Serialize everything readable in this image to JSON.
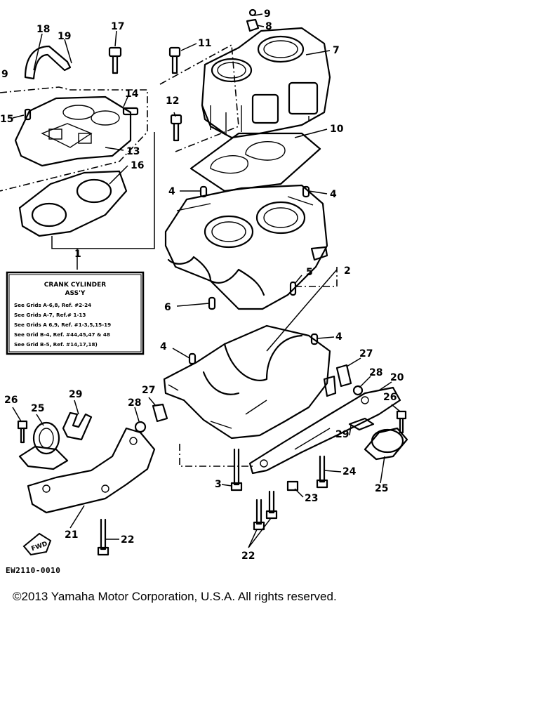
{
  "diagram": {
    "info_box": {
      "title_line1": "CRANK CYLINDER",
      "title_line2": "ASS'Y",
      "lines": [
        "See Grids A-6,8, Ref. #2-24",
        "See Grids A-7, Ref.# 1-13",
        "See Grids A 6,9, Ref. #1-3,5,15-19",
        "See Grid B-4, Ref. #44,45,47 & 48",
        "See Grid B-5, Ref. #14,17,18)"
      ]
    },
    "callouts": [
      {
        "id": "c18",
        "text": "18"
      },
      {
        "id": "c19",
        "text": "19"
      },
      {
        "id": "c17",
        "text": "17"
      },
      {
        "id": "c9a",
        "text": "9"
      },
      {
        "id": "c9b",
        "text": "9"
      },
      {
        "id": "c8",
        "text": "8"
      },
      {
        "id": "c7",
        "text": "7"
      },
      {
        "id": "c11",
        "text": "11"
      },
      {
        "id": "c14",
        "text": "14"
      },
      {
        "id": "c15",
        "text": "15"
      },
      {
        "id": "c13",
        "text": "13"
      },
      {
        "id": "c16",
        "text": "16"
      },
      {
        "id": "c12",
        "text": "12"
      },
      {
        "id": "c10",
        "text": "10"
      },
      {
        "id": "c4a",
        "text": "4"
      },
      {
        "id": "c4b",
        "text": "4"
      },
      {
        "id": "c1",
        "text": "1"
      },
      {
        "id": "c2",
        "text": "2"
      },
      {
        "id": "c5",
        "text": "5"
      },
      {
        "id": "c6",
        "text": "6"
      },
      {
        "id": "c4c",
        "text": "4"
      },
      {
        "id": "c4d",
        "text": "4"
      },
      {
        "id": "c27a",
        "text": "27"
      },
      {
        "id": "c28a",
        "text": "28"
      },
      {
        "id": "c20",
        "text": "20"
      },
      {
        "id": "c26a",
        "text": "26"
      },
      {
        "id": "c25a",
        "text": "25"
      },
      {
        "id": "c29a",
        "text": "29"
      },
      {
        "id": "c27b",
        "text": "27"
      },
      {
        "id": "c28b",
        "text": "28"
      },
      {
        "id": "c26b",
        "text": "26"
      },
      {
        "id": "c29b",
        "text": "29"
      },
      {
        "id": "c24",
        "text": "24"
      },
      {
        "id": "c25b",
        "text": "25"
      },
      {
        "id": "c3",
        "text": "3"
      },
      {
        "id": "c23",
        "text": "23"
      },
      {
        "id": "c21",
        "text": "21"
      },
      {
        "id": "c22a",
        "text": "22"
      },
      {
        "id": "c22b",
        "text": "22"
      }
    ],
    "fwd_label": "FWD",
    "drawing_code": "EW2110-0010"
  },
  "copyright": "©2013 Yamaha Motor Corporation, U.S.A. All rights reserved."
}
